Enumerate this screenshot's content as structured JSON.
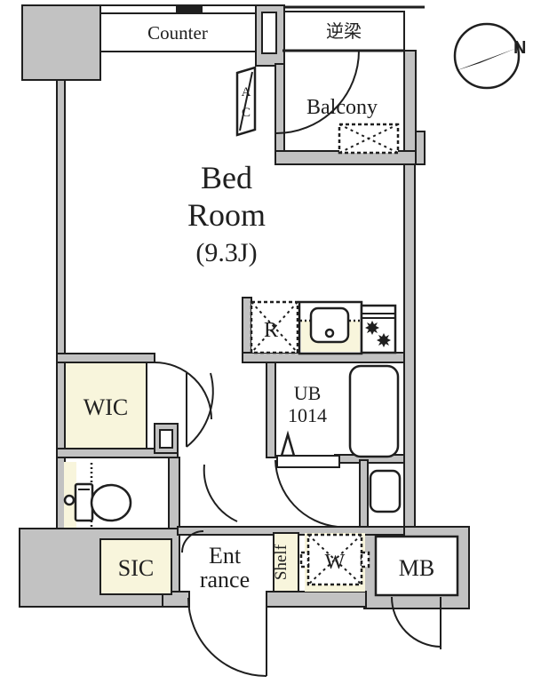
{
  "plan": {
    "title": "apartment-floor-plan",
    "labels": {
      "counter": "Counter",
      "inverted_beam": "逆梁",
      "balcony": "Balcony",
      "ac": [
        "A",
        "C"
      ],
      "bedroom": [
        "Bed",
        "Room",
        "(9.3J)"
      ],
      "refrigerator": "R",
      "wic": "WIC",
      "unit_bath": [
        "UB",
        "1014"
      ],
      "sic": "SIC",
      "entrance": [
        "Ent",
        "rance"
      ],
      "shelf": "Shelf",
      "washer": "W",
      "meter_box": "MB",
      "compass_north": "N"
    },
    "colors": {
      "wall": "#c2c2c2",
      "line": "#1f1f1f",
      "accent": "#f8f5dc",
      "bg": "#ffffff"
    }
  }
}
